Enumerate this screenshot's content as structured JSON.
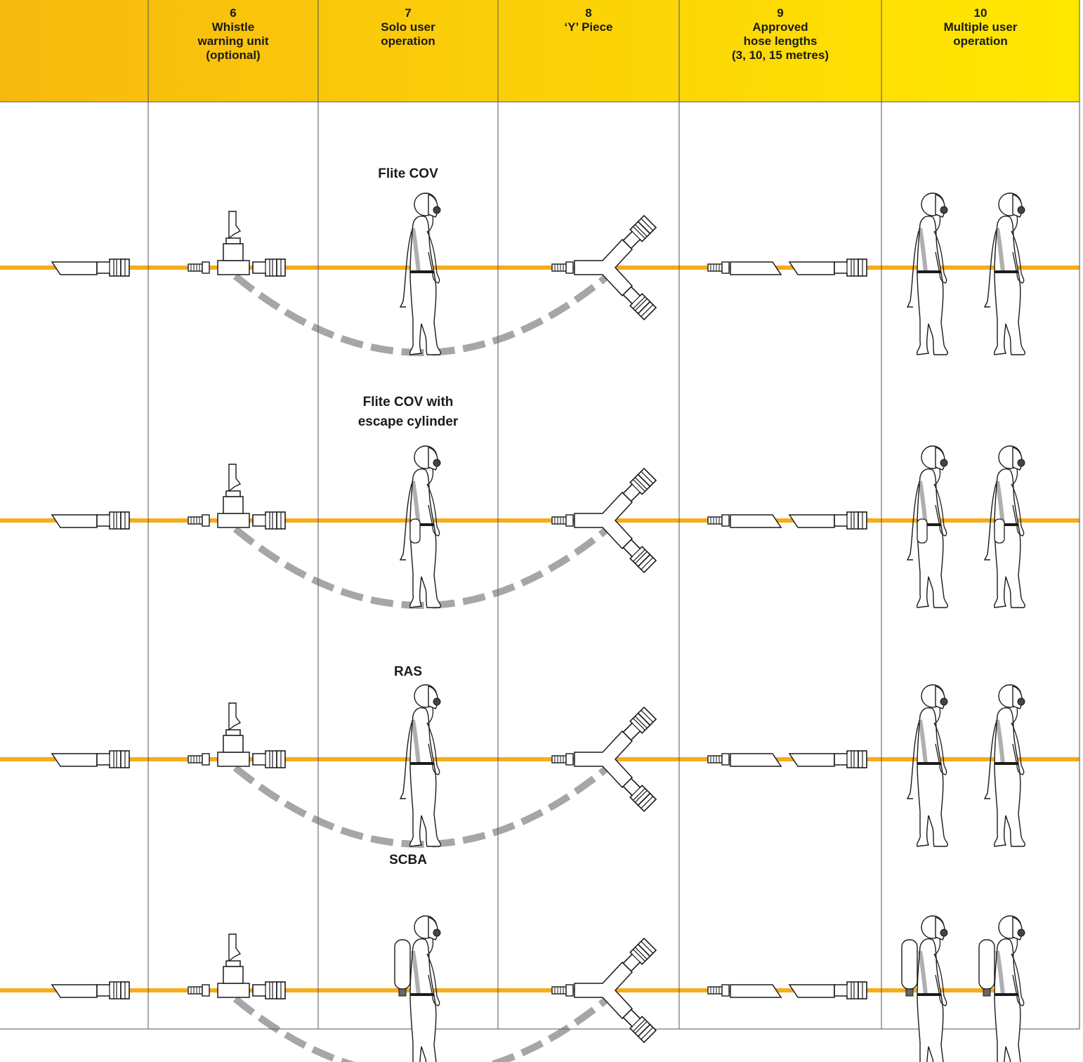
{
  "colors": {
    "header_gradient_start": "#f7b90f",
    "header_gradient_end": "#ffe800",
    "hose": "#f5ac1d",
    "dashed_link": "#a6a6a6",
    "grid_line": "#555555",
    "figure_stroke": "#1a1a1a"
  },
  "columns": [
    {
      "number": "",
      "title_lines": []
    },
    {
      "number": "6",
      "title_lines": [
        "Whistle",
        "warning unit",
        "(optional)"
      ]
    },
    {
      "number": "7",
      "title_lines": [
        "Solo user",
        "operation"
      ]
    },
    {
      "number": "8",
      "title_lines": [
        "‘Y’ Piece"
      ]
    },
    {
      "number": "9",
      "title_lines": [
        "Approved",
        "hose lengths",
        "(3, 10, 15 metres)"
      ]
    },
    {
      "number": "10",
      "title_lines": [
        "Multiple user",
        "operation"
      ]
    }
  ],
  "rows": [
    {
      "label_lines": [
        "Flite COV"
      ],
      "equipment": "cov"
    },
    {
      "label_lines": [
        "Flite COV with",
        "escape cylinder"
      ],
      "equipment": "cov-escape"
    },
    {
      "label_lines": [
        "RAS"
      ],
      "equipment": "ras"
    },
    {
      "label_lines": [
        "SCBA"
      ],
      "equipment": "scba"
    }
  ],
  "icons": [
    "hose-coupling-icon",
    "whistle-tee-icon",
    "y-piece-icon",
    "operator-figure-icon",
    "air-cylinder-icon"
  ]
}
